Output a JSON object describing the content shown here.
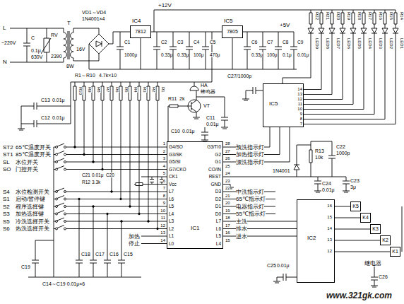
{
  "diagram": {
    "nodes": [
      {
        "text": [
          "IC4",
          "7812"
        ]
      },
      {
        "text": [
          "IC5",
          "7805"
        ]
      },
      {
        "text": [
          "IC5"
        ]
      },
      {
        "text": [
          "IC1"
        ]
      },
      {
        "text": [
          "IC2"
        ]
      },
      {
        "text": [
          "K5"
        ]
      },
      {
        "text": [
          "K4"
        ]
      },
      {
        "text": [
          "K3"
        ]
      },
      {
        "text": [
          "K2"
        ]
      },
      {
        "text": [
          "K1"
        ]
      }
    ],
    "edges": [
      {
        "from": 0,
        "to": 1,
        "arrow": "none"
      },
      {
        "from": 4,
        "to": 5,
        "arrow": "none"
      },
      {
        "from": 4,
        "to": 6,
        "arrow": "none"
      },
      {
        "from": 4,
        "to": 7,
        "arrow": "none"
      },
      {
        "from": 4,
        "to": 8,
        "arrow": "none"
      },
      {
        "from": 4,
        "to": 9,
        "arrow": "none"
      }
    ],
    "labels": [
      "L",
      "N",
      "~220V",
      "C",
      "0.1μ",
      "630V",
      "RV",
      "2390",
      "T",
      "8W",
      "16V",
      "VD1～VD4",
      "1N4001×4",
      "C1",
      "1000μ",
      "C2",
      "0.33μ",
      "C3",
      "0.33μ",
      "C4",
      "100μ",
      "C5",
      "470μ",
      "C6",
      "0.33μ",
      "C7",
      "100μ",
      "C8",
      "0.1μ",
      "C9",
      "0.01μ",
      "+12V",
      "+5V",
      "R22",
      "R21",
      "R20",
      "R19",
      "R18",
      "R17",
      "R16",
      "R15",
      "R14",
      "LED9",
      "LED8",
      "LED7",
      "LED6",
      "LED5",
      "LED4",
      "LED3",
      "LED2",
      "LED1",
      "C27/1000p",
      "14",
      "13",
      "12",
      "11",
      "10",
      "9",
      "8",
      "7",
      "R1～R10",
      "4.7k×10",
      "R10",
      "R9",
      "R8",
      "R7",
      "R6",
      "R5",
      "R4",
      "R3",
      "R2",
      "R1",
      "HA",
      "蜂鸣器",
      "VT",
      "R11",
      "2k",
      "C11",
      "0.01μ",
      "C10",
      "0.01μ",
      "C13",
      "0.01μ",
      "C12",
      "0.01μ",
      "ST2",
      "65℃温度开关",
      "ST1",
      "85℃温度开关",
      "SL",
      "水位开关",
      "SO",
      "门控开关",
      "S4",
      "水位检测开关",
      "S1",
      "启动/暂停键",
      "S2",
      "程序选择键",
      "S3",
      "加热选择键",
      "S5",
      "冷洗选择开关",
      "S6",
      "热洗选择开关",
      "C21",
      "0.01μ",
      "C20",
      "R12",
      "3.3k",
      "G4/SO",
      "G3/SK",
      "G5/SI",
      "G7/CKO",
      "CK1",
      "Vcc",
      "L7",
      "L6",
      "L5",
      "L4",
      "L3",
      "L2",
      "L1",
      "L0",
      "1",
      "2",
      "3",
      "4",
      "5",
      "6",
      "7",
      "8",
      "9",
      "10",
      "11",
      "12",
      "13",
      "14",
      "G3/TI0",
      "G2",
      "G1",
      "CO/IN",
      "REST",
      "GND",
      "D3",
      "D2",
      "D1",
      "D0",
      "L7",
      "L6",
      "L5",
      "L4",
      "28",
      "27",
      "26",
      "25",
      "24",
      "23",
      "22",
      "21",
      "20",
      "19",
      "18",
      "17",
      "16",
      "15",
      "预洗指示灯",
      "加热指示灯",
      "漂洗指示灯",
      "中洗指示灯",
      "65℃指示灯",
      "电器指示灯",
      "55℃指示灯",
      "主洗",
      "排水",
      "进水",
      "R13",
      "10k",
      "C22",
      "1000p",
      "C23",
      "3μ",
      "1N4001",
      "C24",
      "0.01μ",
      "加热",
      "停止",
      "C18",
      "C17",
      "C16",
      "C15",
      "C19",
      "C14～C19 0.01μ×6",
      "C25",
      "0.01μ",
      "16",
      "15",
      "14",
      "13",
      "12",
      "继电器",
      "C26",
      "www.321gk.com"
    ]
  }
}
